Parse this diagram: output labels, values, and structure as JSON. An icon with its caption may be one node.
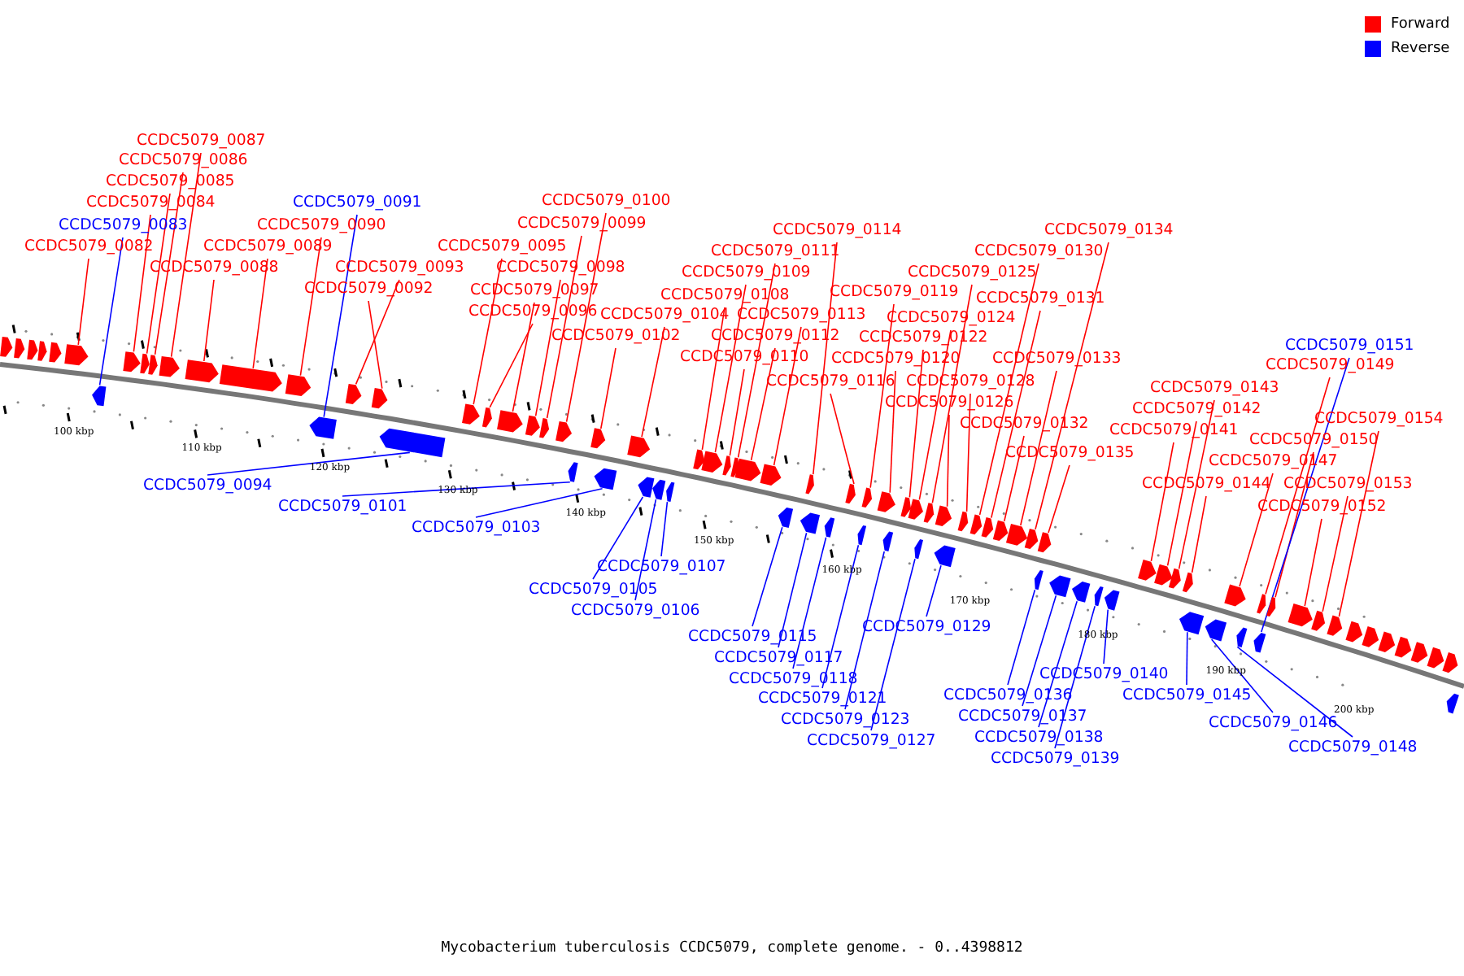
{
  "diagram": {
    "caption": "Mycobacterium tuberculosis CCDC5079, complete genome. - 0..4398812",
    "nodes": [
      {
        "text": [
          "CCDC5079_0082"
        ]
      },
      {
        "text": [],
        "shape": "arrow"
      },
      {
        "text": [
          "CCDC5079_0083"
        ]
      },
      {
        "text": [],
        "shape": "arrow"
      },
      {
        "text": [
          "CCDC5079_0084"
        ]
      },
      {
        "text": [],
        "shape": "arrow"
      },
      {
        "text": [
          "CCDC5079_0085"
        ]
      },
      {
        "text": [],
        "shape": "arrow"
      },
      {
        "text": [
          "CCDC5079_0086"
        ]
      },
      {
        "text": [],
        "shape": "arrow"
      },
      {
        "text": [
          "CCDC5079_0087"
        ]
      },
      {
        "text": [],
        "shape": "arrow"
      },
      {
        "text": [
          "CCDC5079_0088"
        ]
      },
      {
        "text": [],
        "shape": "arrow"
      },
      {
        "text": [
          "CCDC5079_0089"
        ]
      },
      {
        "text": [],
        "shape": "arrow"
      },
      {
        "text": [
          "CCDC5079_0090"
        ]
      },
      {
        "text": [],
        "shape": "arrow"
      },
      {
        "text": [
          "CCDC5079_0091"
        ]
      },
      {
        "text": [],
        "shape": "arrow"
      },
      {
        "text": [
          "CCDC5079_0092"
        ]
      },
      {
        "text": [],
        "shape": "arrow"
      },
      {
        "text": [
          "CCDC5079_0093"
        ]
      },
      {
        "text": [],
        "shape": "arrow"
      },
      {
        "text": [
          "CCDC5079_0094"
        ]
      },
      {
        "text": [],
        "shape": "arrow"
      },
      {
        "text": [
          "CCDC5079_0095"
        ]
      },
      {
        "text": [],
        "shape": "arrow"
      },
      {
        "text": [
          "CCDC5079_0096"
        ]
      },
      {
        "text": [],
        "shape": "arrow"
      },
      {
        "text": [
          "CCDC5079_0097"
        ]
      },
      {
        "text": [],
        "shape": "arrow"
      },
      {
        "text": [
          "CCDC5079_0098"
        ]
      },
      {
        "text": [],
        "shape": "arrow"
      },
      {
        "text": [
          "CCDC5079_0099"
        ]
      },
      {
        "text": [],
        "shape": "arrow"
      },
      {
        "text": [
          "CCDC5079_0100"
        ]
      },
      {
        "text": [],
        "shape": "arrow"
      },
      {
        "text": [
          "CCDC5079_0101"
        ]
      },
      {
        "text": [],
        "shape": "arrow"
      },
      {
        "text": [
          "CCDC5079_0102"
        ]
      },
      {
        "text": [],
        "shape": "arrow"
      },
      {
        "text": [
          "CCDC5079_0103"
        ]
      },
      {
        "text": [],
        "shape": "arrow"
      },
      {
        "text": [
          "CCDC5079_0104"
        ]
      },
      {
        "text": [],
        "shape": "arrow"
      },
      {
        "text": [
          "CCDC5079_0105"
        ]
      },
      {
        "text": [],
        "shape": "arrow"
      },
      {
        "text": [
          "CCDC5079_0106"
        ]
      },
      {
        "text": [],
        "shape": "arrow"
      },
      {
        "text": [
          "CCDC5079_0107"
        ]
      },
      {
        "text": [],
        "shape": "arrow"
      },
      {
        "text": [
          "CCDC5079_0108"
        ]
      },
      {
        "text": [],
        "shape": "arrow"
      },
      {
        "text": [
          "CCDC5079_0109"
        ]
      },
      {
        "text": [],
        "shape": "arrow"
      },
      {
        "text": [
          "CCDC5079_0110"
        ]
      },
      {
        "text": [],
        "shape": "arrow"
      },
      {
        "text": [
          "CCDC5079_0111"
        ]
      },
      {
        "text": [],
        "shape": "arrow"
      },
      {
        "text": [
          "CCDC5079_0112"
        ]
      },
      {
        "text": [],
        "shape": "arrow"
      },
      {
        "text": [
          "CCDC5079_0113"
        ]
      },
      {
        "text": [],
        "shape": "arrow"
      },
      {
        "text": [
          "CCDC5079_0114"
        ]
      },
      {
        "text": [],
        "shape": "arrow"
      },
      {
        "text": [
          "CCDC5079_0115"
        ]
      },
      {
        "text": [],
        "shape": "arrow"
      },
      {
        "text": [
          "CCDC5079_0116"
        ]
      },
      {
        "text": [],
        "shape": "arrow"
      },
      {
        "text": [
          "CCDC5079_0117"
        ]
      },
      {
        "text": [],
        "shape": "arrow"
      },
      {
        "text": [
          "CCDC5079_0118"
        ]
      },
      {
        "text": [],
        "shape": "arrow"
      },
      {
        "text": [
          "CCDC5079_0119"
        ]
      },
      {
        "text": [],
        "shape": "arrow"
      },
      {
        "text": [
          "CCDC5079_0120"
        ]
      },
      {
        "text": [],
        "shape": "arrow"
      },
      {
        "text": [
          "CCDC5079_0121"
        ]
      },
      {
        "text": [],
        "shape": "arrow"
      },
      {
        "text": [
          "CCDC5079_0122"
        ]
      },
      {
        "text": [],
        "shape": "arrow"
      },
      {
        "text": [
          "CCDC5079_0123"
        ]
      },
      {
        "text": [],
        "shape": "arrow"
      },
      {
        "text": [
          "CCDC5079_0124"
        ]
      },
      {
        "text": [],
        "shape": "arrow"
      },
      {
        "text": [
          "CCDC5079_0125"
        ]
      },
      {
        "text": [],
        "shape": "arrow"
      },
      {
        "text": [
          "CCDC5079_0126"
        ]
      },
      {
        "text": [],
        "shape": "arrow"
      },
      {
        "text": [
          "CCDC5079_0127"
        ]
      },
      {
        "text": [],
        "shape": "arrow"
      },
      {
        "text": [
          "CCDC5079_0128"
        ]
      },
      {
        "text": [],
        "shape": "arrow"
      },
      {
        "text": [
          "CCDC5079_0129"
        ]
      },
      {
        "text": [],
        "shape": "arrow"
      },
      {
        "text": [
          "CCDC5079_0130"
        ]
      },
      {
        "text": [],
        "shape": "arrow"
      },
      {
        "text": [
          "CCDC5079_0131"
        ]
      },
      {
        "text": [],
        "shape": "arrow"
      },
      {
        "text": [
          "CCDC5079_0132"
        ]
      },
      {
        "text": [],
        "shape": "arrow"
      },
      {
        "text": [
          "CCDC5079_0133"
        ]
      },
      {
        "text": [],
        "shape": "arrow"
      },
      {
        "text": [
          "CCDC5079_0134"
        ]
      },
      {
        "text": [],
        "shape": "arrow"
      },
      {
        "text": [
          "CCDC5079_0135"
        ]
      },
      {
        "text": [],
        "shape": "arrow"
      },
      {
        "text": [
          "CCDC5079_0136"
        ]
      },
      {
        "text": [],
        "shape": "arrow"
      },
      {
        "text": [
          "CCDC5079_0137"
        ]
      },
      {
        "text": [],
        "shape": "arrow"
      },
      {
        "text": [
          "CCDC5079_0138"
        ]
      },
      {
        "text": [],
        "shape": "arrow"
      },
      {
        "text": [
          "CCDC5079_0139"
        ]
      },
      {
        "text": [],
        "shape": "arrow"
      },
      {
        "text": [
          "CCDC5079_0140"
        ]
      },
      {
        "text": [],
        "shape": "arrow"
      },
      {
        "text": [
          "CCDC5079_0141"
        ]
      },
      {
        "text": [],
        "shape": "arrow"
      },
      {
        "text": [
          "CCDC5079_0142"
        ]
      },
      {
        "text": [],
        "shape": "arrow"
      },
      {
        "text": [
          "CCDC5079_0143"
        ]
      },
      {
        "text": [],
        "shape": "arrow"
      },
      {
        "text": [
          "CCDC5079_0144"
        ]
      },
      {
        "text": [],
        "shape": "arrow"
      },
      {
        "text": [
          "CCDC5079_0145"
        ]
      },
      {
        "text": [],
        "shape": "arrow"
      },
      {
        "text": [
          "CCDC5079_0146"
        ]
      },
      {
        "text": [],
        "shape": "arrow"
      },
      {
        "text": [
          "CCDC5079_0147"
        ]
      },
      {
        "text": [],
        "shape": "arrow"
      },
      {
        "text": [
          "CCDC5079_0148"
        ]
      },
      {
        "text": [],
        "shape": "arrow"
      },
      {
        "text": [
          "CCDC5079_0149"
        ]
      },
      {
        "text": [],
        "shape": "arrow"
      },
      {
        "text": [
          "CCDC5079_0150"
        ]
      },
      {
        "text": [],
        "shape": "arrow"
      },
      {
        "text": [
          "CCDC5079_0151"
        ]
      },
      {
        "text": [],
        "shape": "arrow"
      },
      {
        "text": [
          "CCDC5079_0152"
        ]
      },
      {
        "text": [],
        "shape": "arrow"
      },
      {
        "text": [
          "CCDC5079_0153"
        ]
      },
      {
        "text": [],
        "shape": "arrow"
      },
      {
        "text": [
          "CCDC5079_0154"
        ]
      },
      {
        "text": [],
        "shape": "arrow"
      },
      {
        "text": [],
        "shape": "arrow"
      },
      {
        "text": [],
        "shape": "arrow"
      },
      {
        "text": [],
        "shape": "arrow"
      },
      {
        "text": [],
        "shape": "arrow"
      },
      {
        "text": [],
        "shape": "arrow"
      },
      {
        "text": [],
        "shape": "arrow"
      },
      {
        "text": [],
        "shape": "arrow"
      },
      {
        "text": [],
        "shape": "arrow"
      },
      {
        "text": [],
        "shape": "arrow"
      },
      {
        "text": [],
        "shape": "arrow"
      },
      {
        "text": [],
        "shape": "arrow"
      },
      {
        "text": [],
        "shape": "arrow"
      },
      {
        "text": [],
        "shape": "arrow"
      }
    ],
    "edges": [
      {
        "from": 0,
        "to": 1,
        "arrow": "none"
      },
      {
        "from": 2,
        "to": 3,
        "arrow": "none",
        "color": "#0000ff"
      },
      {
        "from": 4,
        "to": 5,
        "arrow": "none"
      },
      {
        "from": 6,
        "to": 7,
        "arrow": "none"
      },
      {
        "from": 8,
        "to": 9,
        "arrow": "none"
      },
      {
        "from": 10,
        "to": 11,
        "arrow": "none"
      },
      {
        "from": 12,
        "to": 13,
        "arrow": "none"
      },
      {
        "from": 14,
        "to": 15,
        "arrow": "none"
      },
      {
        "from": 16,
        "to": 17,
        "arrow": "none"
      },
      {
        "from": 18,
        "to": 19,
        "arrow": "none",
        "color": "#0000ff"
      },
      {
        "from": 20,
        "to": 21,
        "arrow": "none"
      },
      {
        "from": 22,
        "to": 23,
        "arrow": "none"
      },
      {
        "from": 24,
        "to": 25,
        "arrow": "none",
        "color": "#0000ff"
      },
      {
        "from": 26,
        "to": 27,
        "arrow": "none"
      },
      {
        "from": 28,
        "to": 29,
        "arrow": "none"
      },
      {
        "from": 30,
        "to": 31,
        "arrow": "none"
      },
      {
        "from": 32,
        "to": 33,
        "arrow": "none"
      },
      {
        "from": 34,
        "to": 35,
        "arrow": "none"
      },
      {
        "from": 36,
        "to": 37,
        "arrow": "none"
      },
      {
        "from": 38,
        "to": 39,
        "arrow": "none",
        "color": "#0000ff"
      },
      {
        "from": 40,
        "to": 41,
        "arrow": "none"
      },
      {
        "from": 42,
        "to": 43,
        "arrow": "none",
        "color": "#0000ff"
      },
      {
        "from": 44,
        "to": 45,
        "arrow": "none"
      },
      {
        "from": 46,
        "to": 47,
        "arrow": "none",
        "color": "#0000ff"
      },
      {
        "from": 48,
        "to": 49,
        "arrow": "none",
        "color": "#0000ff"
      },
      {
        "from": 50,
        "to": 51,
        "arrow": "none",
        "color": "#0000ff"
      },
      {
        "from": 52,
        "to": 53,
        "arrow": "none"
      },
      {
        "from": 54,
        "to": 55,
        "arrow": "none"
      },
      {
        "from": 56,
        "to": 57,
        "arrow": "none"
      },
      {
        "from": 58,
        "to": 59,
        "arrow": "none"
      },
      {
        "from": 60,
        "to": 61,
        "arrow": "none"
      },
      {
        "from": 62,
        "to": 63,
        "arrow": "none"
      },
      {
        "from": 64,
        "to": 65,
        "arrow": "none"
      },
      {
        "from": 66,
        "to": 67,
        "arrow": "none",
        "color": "#0000ff"
      },
      {
        "from": 68,
        "to": 69,
        "arrow": "none"
      },
      {
        "from": 70,
        "to": 71,
        "arrow": "none",
        "color": "#0000ff"
      },
      {
        "from": 72,
        "to": 73,
        "arrow": "none",
        "color": "#0000ff"
      },
      {
        "from": 74,
        "to": 75,
        "arrow": "none"
      },
      {
        "from": 76,
        "to": 77,
        "arrow": "none"
      },
      {
        "from": 78,
        "to": 79,
        "arrow": "none",
        "color": "#0000ff"
      },
      {
        "from": 80,
        "to": 81,
        "arrow": "none"
      },
      {
        "from": 82,
        "to": 83,
        "arrow": "none",
        "color": "#0000ff"
      },
      {
        "from": 84,
        "to": 85,
        "arrow": "none"
      },
      {
        "from": 86,
        "to": 87,
        "arrow": "none"
      },
      {
        "from": 88,
        "to": 89,
        "arrow": "none"
      },
      {
        "from": 90,
        "to": 91,
        "arrow": "none",
        "color": "#0000ff"
      },
      {
        "from": 92,
        "to": 93,
        "arrow": "none"
      },
      {
        "from": 94,
        "to": 95,
        "arrow": "none",
        "color": "#0000ff"
      },
      {
        "from": 96,
        "to": 97,
        "arrow": "none"
      },
      {
        "from": 98,
        "to": 99,
        "arrow": "none"
      },
      {
        "from": 100,
        "to": 101,
        "arrow": "none"
      },
      {
        "from": 102,
        "to": 103,
        "arrow": "none"
      },
      {
        "from": 104,
        "to": 105,
        "arrow": "none"
      },
      {
        "from": 106,
        "to": 107,
        "arrow": "none"
      },
      {
        "from": 108,
        "to": 109,
        "arrow": "none",
        "color": "#0000ff"
      },
      {
        "from": 110,
        "to": 111,
        "arrow": "none",
        "color": "#0000ff"
      },
      {
        "from": 112,
        "to": 113,
        "arrow": "none",
        "color": "#0000ff"
      },
      {
        "from": 114,
        "to": 115,
        "arrow": "none",
        "color": "#0000ff"
      },
      {
        "from": 116,
        "to": 117,
        "arrow": "none",
        "color": "#0000ff"
      },
      {
        "from": 118,
        "to": 119,
        "arrow": "none"
      },
      {
        "from": 120,
        "to": 121,
        "arrow": "none"
      },
      {
        "from": 122,
        "to": 123,
        "arrow": "none"
      },
      {
        "from": 124,
        "to": 125,
        "arrow": "none"
      },
      {
        "from": 126,
        "to": 127,
        "arrow": "none",
        "color": "#0000ff"
      },
      {
        "from": 128,
        "to": 129,
        "arrow": "none",
        "color": "#0000ff"
      },
      {
        "from": 130,
        "to": 131,
        "arrow": "none"
      },
      {
        "from": 132,
        "to": 133,
        "arrow": "none",
        "color": "#0000ff"
      },
      {
        "from": 134,
        "to": 135,
        "arrow": "none"
      },
      {
        "from": 136,
        "to": 137,
        "arrow": "none"
      },
      {
        "from": 138,
        "to": 139,
        "arrow": "none",
        "color": "#0000ff"
      },
      {
        "from": 140,
        "to": 141,
        "arrow": "none"
      },
      {
        "from": 142,
        "to": 143,
        "arrow": "none"
      },
      {
        "from": 144,
        "to": 145,
        "arrow": "none"
      }
    ],
    "labels": [
      "100 kbp",
      "110 kbp",
      "120 kbp",
      "130 kbp",
      "140 kbp",
      "150 kbp",
      "160 kbp",
      "170 kbp",
      "180 kbp",
      "190 kbp",
      "200 kbp"
    ],
    "legend": [
      {
        "text": "Forward",
        "color": "#ff0000"
      },
      {
        "text": "Reverse",
        "color": "#0000ff"
      }
    ]
  }
}
